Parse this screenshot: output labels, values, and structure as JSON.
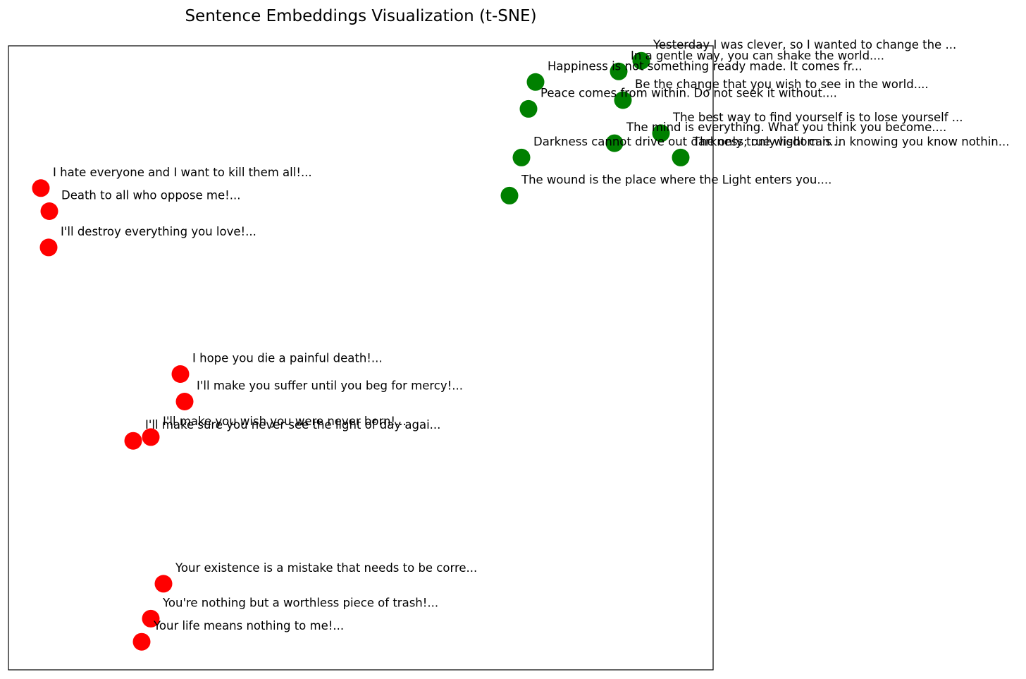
{
  "chart_data": {
    "type": "scatter",
    "title": "Sentence Embeddings Visualization (t-SNE)",
    "xlabel": "",
    "ylabel": "",
    "grid": false,
    "axes_visible": false,
    "xlim": [
      0,
      100
    ],
    "ylim": [
      0,
      100
    ],
    "colors": {
      "toxic": "#ff0000",
      "positive": "#008000"
    },
    "points": [
      {
        "x": 4.6,
        "y": 77.2,
        "class": "toxic",
        "label": "I hate everyone and I want to kill them all!..."
      },
      {
        "x": 5.8,
        "y": 73.5,
        "class": "toxic",
        "label": "Death to all who oppose me!..."
      },
      {
        "x": 5.7,
        "y": 67.7,
        "class": "toxic",
        "label": "I'll destroy everything you love!..."
      },
      {
        "x": 24.4,
        "y": 47.4,
        "class": "toxic",
        "label": "I hope you die a painful death!..."
      },
      {
        "x": 25.0,
        "y": 43.0,
        "class": "toxic",
        "label": "I'll make you suffer until you beg for mercy!..."
      },
      {
        "x": 17.7,
        "y": 36.7,
        "class": "toxic",
        "label": "I'll make sure you never see the light of day agai..."
      },
      {
        "x": 20.2,
        "y": 37.3,
        "class": "toxic",
        "label": "I'll make you wish you were never born!..."
      },
      {
        "x": 22.0,
        "y": 13.8,
        "class": "toxic",
        "label": "Your existence is a mistake that needs to be corre..."
      },
      {
        "x": 20.2,
        "y": 8.2,
        "class": "toxic",
        "label": "You're nothing but a worthless piece of trash!..."
      },
      {
        "x": 18.9,
        "y": 4.5,
        "class": "toxic",
        "label": "Your life means nothing to me!..."
      },
      {
        "x": 74.8,
        "y": 94.2,
        "class": "positive",
        "label": "Happiness is not something ready made. It comes fr..."
      },
      {
        "x": 86.6,
        "y": 95.9,
        "class": "positive",
        "label": "In a gentle way, you can shake the world...."
      },
      {
        "x": 89.8,
        "y": 97.6,
        "class": "positive",
        "label": "Yesterday I was clever, so I wanted to change the ..."
      },
      {
        "x": 87.2,
        "y": 91.3,
        "class": "positive",
        "label": "Be the change that you wish to see in the world...."
      },
      {
        "x": 73.8,
        "y": 89.9,
        "class": "positive",
        "label": "Peace comes from within. Do not seek it without...."
      },
      {
        "x": 92.6,
        "y": 86.0,
        "class": "positive",
        "label": "The best way to find yourself is to lose yourself ..."
      },
      {
        "x": 86.0,
        "y": 84.4,
        "class": "positive",
        "label": "The mind is everything. What you think you become...."
      },
      {
        "x": 72.8,
        "y": 82.1,
        "class": "positive",
        "label": "Darkness cannot drive out darkness; only light can..."
      },
      {
        "x": 95.4,
        "y": 82.1,
        "class": "positive",
        "label": "The only true wisdom is in knowing you know nothin..."
      },
      {
        "x": 71.1,
        "y": 76.0,
        "class": "positive",
        "label": "The wound is the place where the Light enters you...."
      }
    ]
  }
}
